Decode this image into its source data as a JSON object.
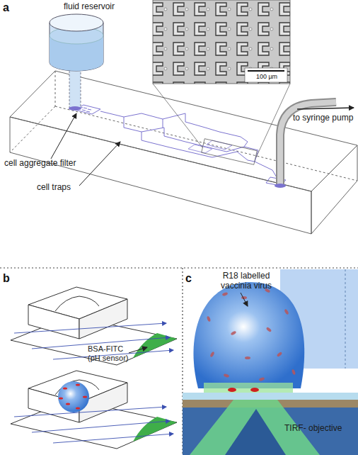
{
  "diagram": {
    "labels": [
      "a",
      "fluid reservoir",
      "100 µm",
      "to syringe pump",
      "cell aggregate filter",
      "cell traps",
      "b",
      "BSA-FITC (pH sensor)",
      "c",
      "R18 labelled vaccinia virus",
      "TIRF- objective"
    ]
  }
}
